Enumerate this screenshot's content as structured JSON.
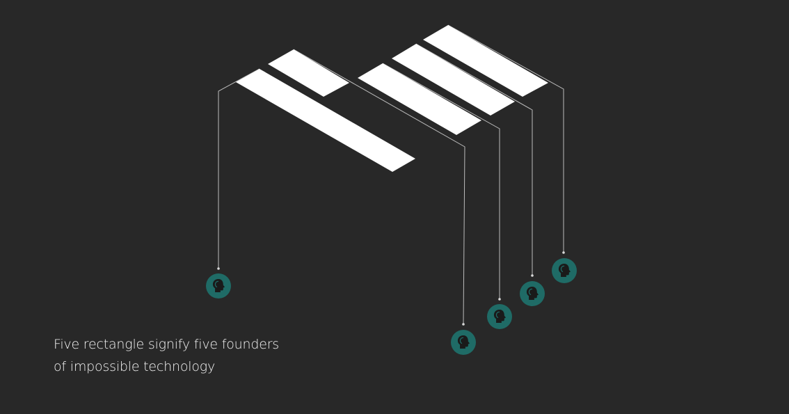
{
  "caption": {
    "line1": "Five rectangle signify five founders",
    "line2": "of impossible technology"
  },
  "colors": {
    "background": "#282828",
    "rectangle": "#ffffff",
    "connector": "#bdbdbd",
    "founder_badge": "#1f6b66",
    "founder_icon": "#1a1a1a"
  },
  "icons": {
    "founder": "head-silhouette-icon"
  },
  "founders": [
    {
      "id": "founder-1"
    },
    {
      "id": "founder-2"
    },
    {
      "id": "founder-3"
    },
    {
      "id": "founder-4"
    },
    {
      "id": "founder-5"
    }
  ]
}
